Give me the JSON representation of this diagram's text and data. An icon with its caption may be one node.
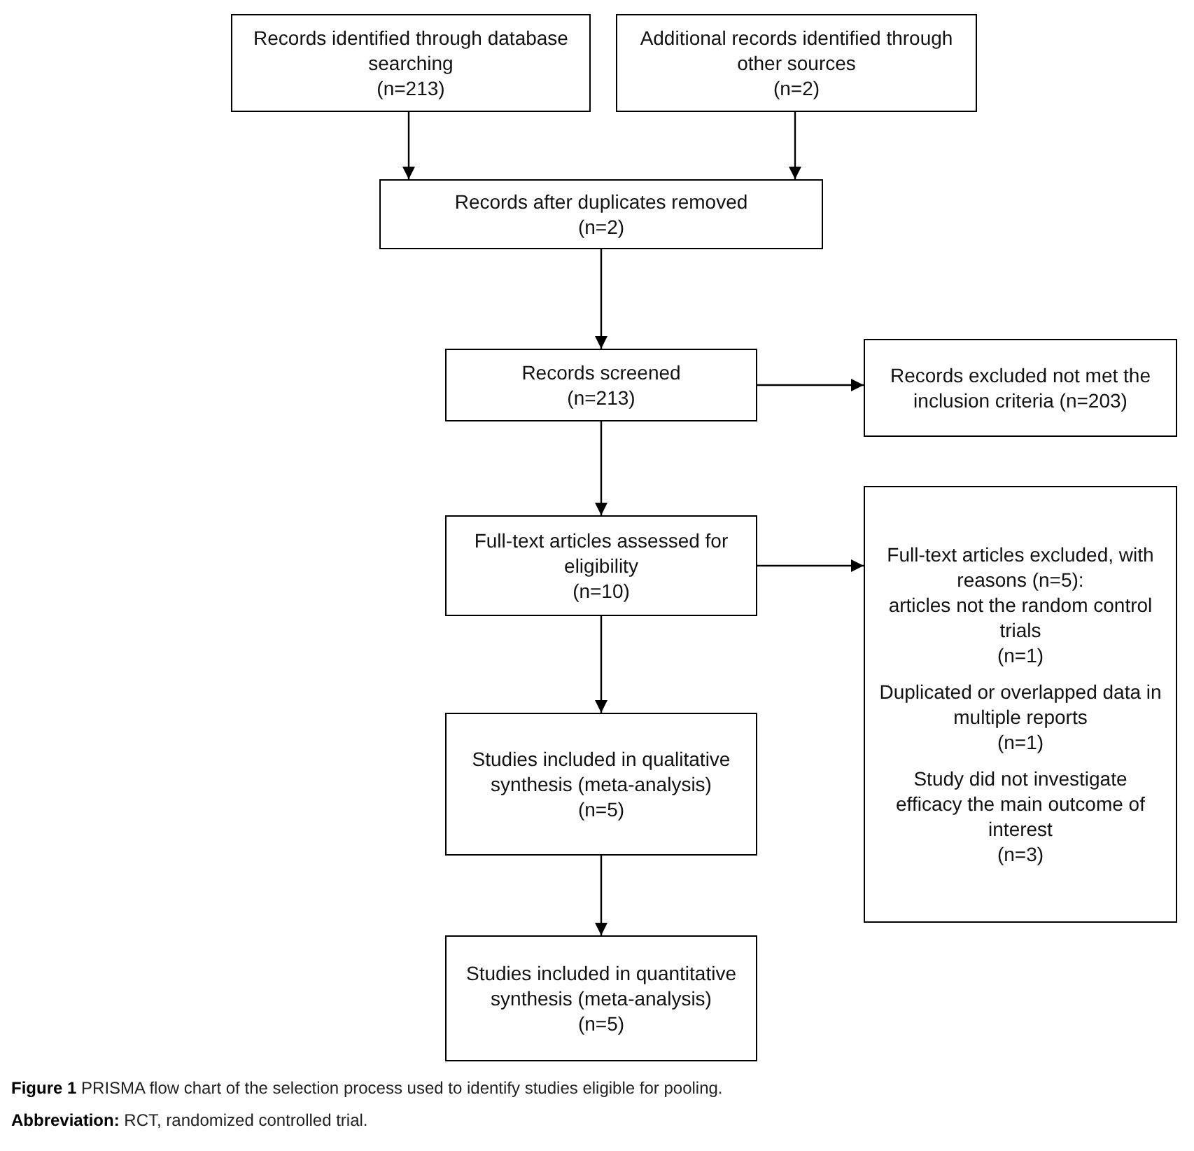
{
  "diagram": {
    "caption": "**Figure 1** PRISMA flow chart of the selection process used to identify studies eligible for pooling.",
    "nodes": [
      {
        "text": [
          "Records identified through database searching",
          "(n=213)"
        ]
      },
      {
        "text": [
          "Additional records identified through other sources",
          "(n=2)"
        ]
      },
      {
        "text": [
          "Records after duplicates removed",
          "(n=2)"
        ]
      },
      {
        "text": [
          "Records screened",
          "(n=213)"
        ]
      },
      {
        "text": [
          "Records excluded not met the inclusion criteria (n=203)"
        ]
      },
      {
        "text": [
          "Full-text articles assessed for eligibility",
          "(n=10)"
        ]
      },
      {
        "text": [
          "Full-text articles excluded, with reasons (n=5):",
          "articles not the random control trials",
          "(n=1)",
          "Duplicated or overlapped data in multiple reports",
          "(n=1)",
          "Study did not investigate efficacy the main outcome of interest",
          "(n=3)"
        ]
      },
      {
        "text": [
          "Studies included in qualitative synthesis (meta-analysis)",
          "(n=5)"
        ]
      },
      {
        "text": [
          "Studies included in quantitative synthesis (meta-analysis)",
          "(n=5)"
        ]
      }
    ],
    "edges": [
      {
        "from": 0,
        "to": 2,
        "arrow": "to"
      },
      {
        "from": 1,
        "to": 2,
        "arrow": "to"
      },
      {
        "from": 2,
        "to": 3,
        "arrow": "to"
      },
      {
        "from": 3,
        "to": 4,
        "arrow": "to"
      },
      {
        "from": 3,
        "to": 5,
        "arrow": "to"
      },
      {
        "from": 5,
        "to": 6,
        "arrow": "to"
      },
      {
        "from": 5,
        "to": 7,
        "arrow": "to"
      },
      {
        "from": 7,
        "to": 8,
        "arrow": "to"
      }
    ],
    "labels": [
      "**Abbreviation:** RCT, randomized controlled trial."
    ]
  }
}
